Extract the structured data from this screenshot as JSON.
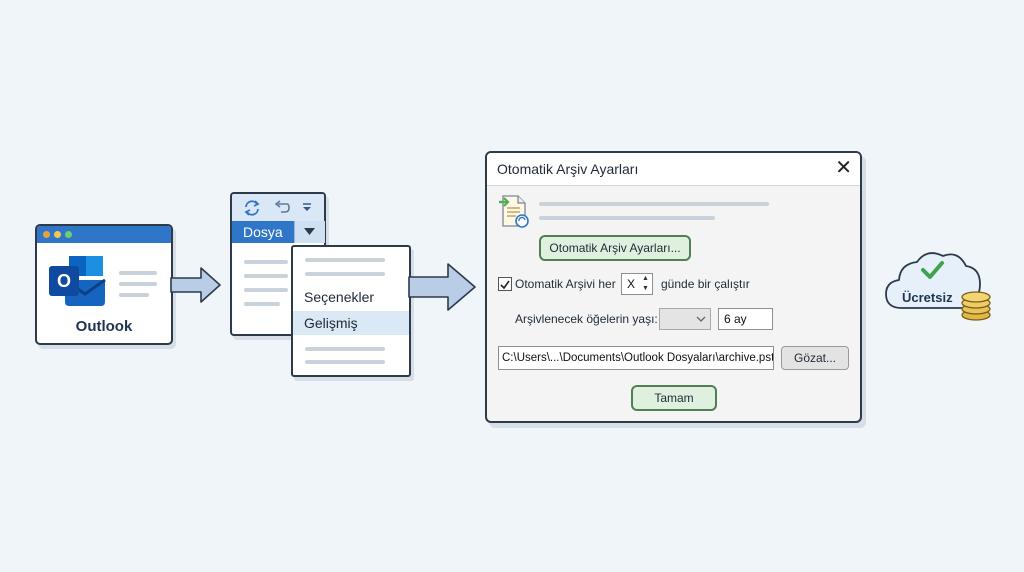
{
  "outlook": {
    "label": "Outlook",
    "icon_letter": "O"
  },
  "ribbon": {
    "tab_label": "Dosya"
  },
  "menu": {
    "items": [
      "Seçenekler",
      "Gelişmiş"
    ]
  },
  "dialog": {
    "title": "Otomatik Arşiv Ayarları",
    "settings_button": "Otomatik Arşiv Ayarları...",
    "run_every_label": "Otomatik Arşivi her",
    "run_every_value": "X",
    "run_every_suffix": "günde bir çalıştır",
    "age_label": "Arşivlenecek öğelerin yaşı:",
    "age_value": "6 ay",
    "path_value": "C:\\Users\\...\\Documents\\Outlook Dosyaları\\archive.pst",
    "browse_button": "Gözat...",
    "ok_button": "Tamam"
  },
  "badge": {
    "label": "Ücretsiz"
  },
  "colors": {
    "accent": "#2f76c9",
    "green_border": "#4f7f52",
    "green_fill": "#dff1de",
    "arrow": "#b9cde6"
  }
}
